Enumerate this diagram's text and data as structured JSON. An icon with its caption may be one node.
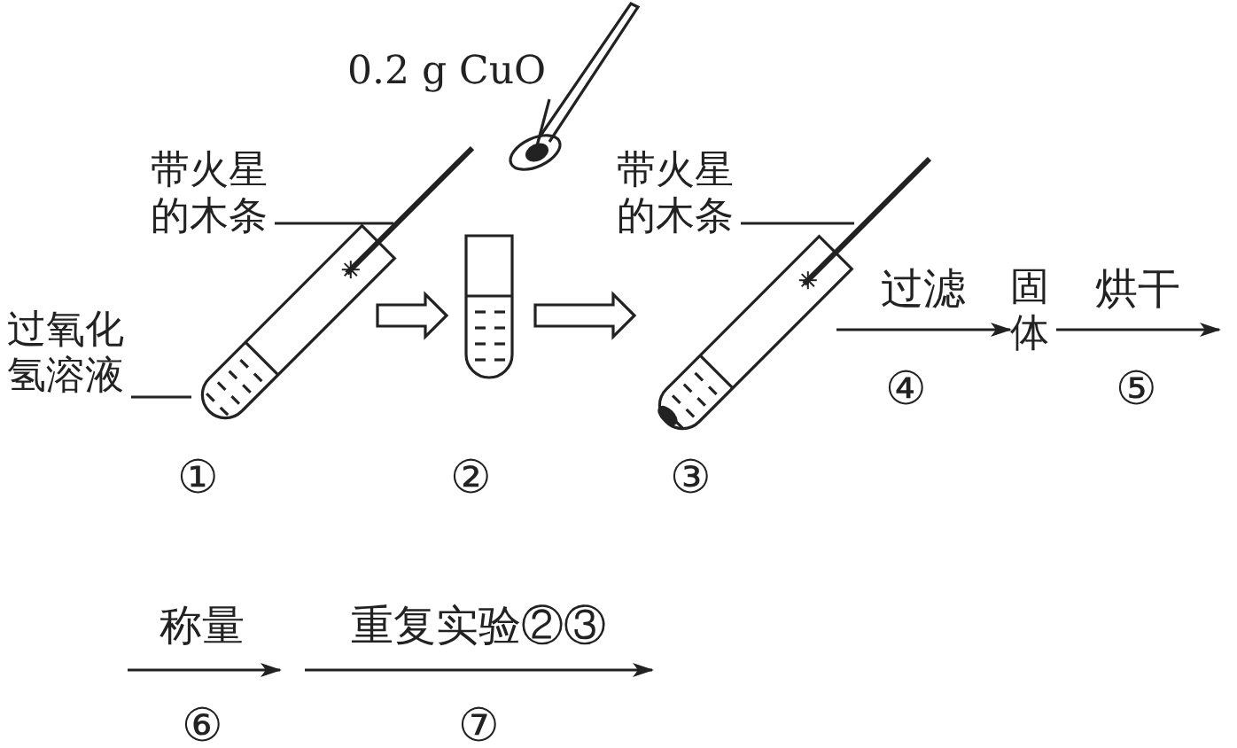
{
  "diagram": {
    "nodes": [
      {
        "text": [],
        "shape": "tube",
        "beside": [
          "①"
        ]
      },
      {
        "text": [
          "带火星的木条"
        ]
      },
      {
        "text": [
          "过氧化氢溶液"
        ]
      },
      {
        "text": [],
        "shape": "tube",
        "beside": [
          "②"
        ]
      },
      {
        "text": [],
        "shape": "spoon"
      },
      {
        "text": [
          "0.2 g CuO"
        ]
      },
      {
        "text": [],
        "shape": "tube",
        "beside": [
          "③"
        ]
      },
      {
        "text": [
          "带火星的木条"
        ]
      },
      {
        "text": [
          "固体"
        ]
      }
    ],
    "edges": [
      {
        "from": 0,
        "to": 3,
        "arrow": "to",
        "style": "thick"
      },
      {
        "from": 1,
        "to": 0,
        "arrow": "none"
      },
      {
        "from": 2,
        "to": 0,
        "arrow": "none"
      },
      {
        "from": 5,
        "to": 4,
        "arrow": "none"
      },
      {
        "from": 3,
        "to": 6,
        "arrow": "to",
        "style": "thick"
      },
      {
        "from": 7,
        "to": 6,
        "arrow": "none"
      },
      {
        "from": 6,
        "to": 8,
        "arrow": "to",
        "label": "过滤"
      },
      {
        "from": 8,
        "to": null,
        "arrow": "to",
        "label": "烘干"
      }
    ],
    "labels": [
      "④",
      "⑤",
      "称量",
      "⑥",
      "重复实验②③",
      "⑦"
    ]
  }
}
